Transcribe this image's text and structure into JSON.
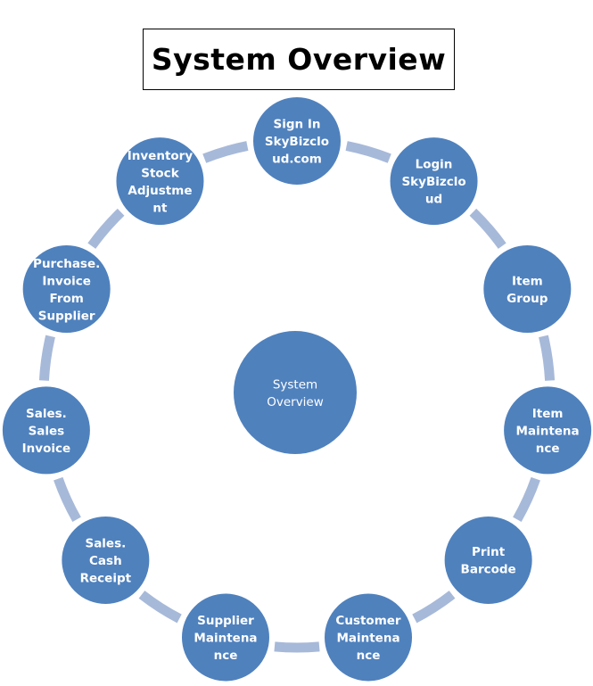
{
  "title": "System Overview",
  "colors": {
    "node_fill": "#4f81bd",
    "node_stroke": "#ffffff",
    "ring": "#a7b9d9",
    "text": "#ffffff"
  },
  "center": {
    "lines": [
      "System",
      "Overview"
    ]
  },
  "nodes": [
    {
      "id": "sign-in",
      "lines": [
        "Sign In",
        "SkyBizclo",
        "ud.com"
      ]
    },
    {
      "id": "login",
      "lines": [
        "Login",
        "SkyBizclo",
        "ud"
      ]
    },
    {
      "id": "item-group",
      "lines": [
        "Item",
        "Group"
      ]
    },
    {
      "id": "item-maintenance",
      "lines": [
        "Item",
        "Maintena",
        "nce"
      ]
    },
    {
      "id": "print-barcode",
      "lines": [
        "Print",
        "Barcode"
      ]
    },
    {
      "id": "customer-maintenance",
      "lines": [
        "Customer",
        "Maintena",
        "nce"
      ]
    },
    {
      "id": "supplier-maintenance",
      "lines": [
        "Supplier",
        "Maintena",
        "nce"
      ]
    },
    {
      "id": "sales-cash-receipt",
      "lines": [
        "Sales.",
        "Cash",
        "Receipt"
      ]
    },
    {
      "id": "sales-sales-invoice",
      "lines": [
        "Sales.",
        "Sales",
        "Invoice"
      ]
    },
    {
      "id": "purchase-invoice-from-supplier",
      "lines": [
        "Purchase.",
        "Invoice",
        "From",
        "Supplier"
      ]
    },
    {
      "id": "inventory-stock-adjustment",
      "lines": [
        "Inventory",
        "Stock",
        "Adjustme",
        "nt"
      ]
    }
  ]
}
